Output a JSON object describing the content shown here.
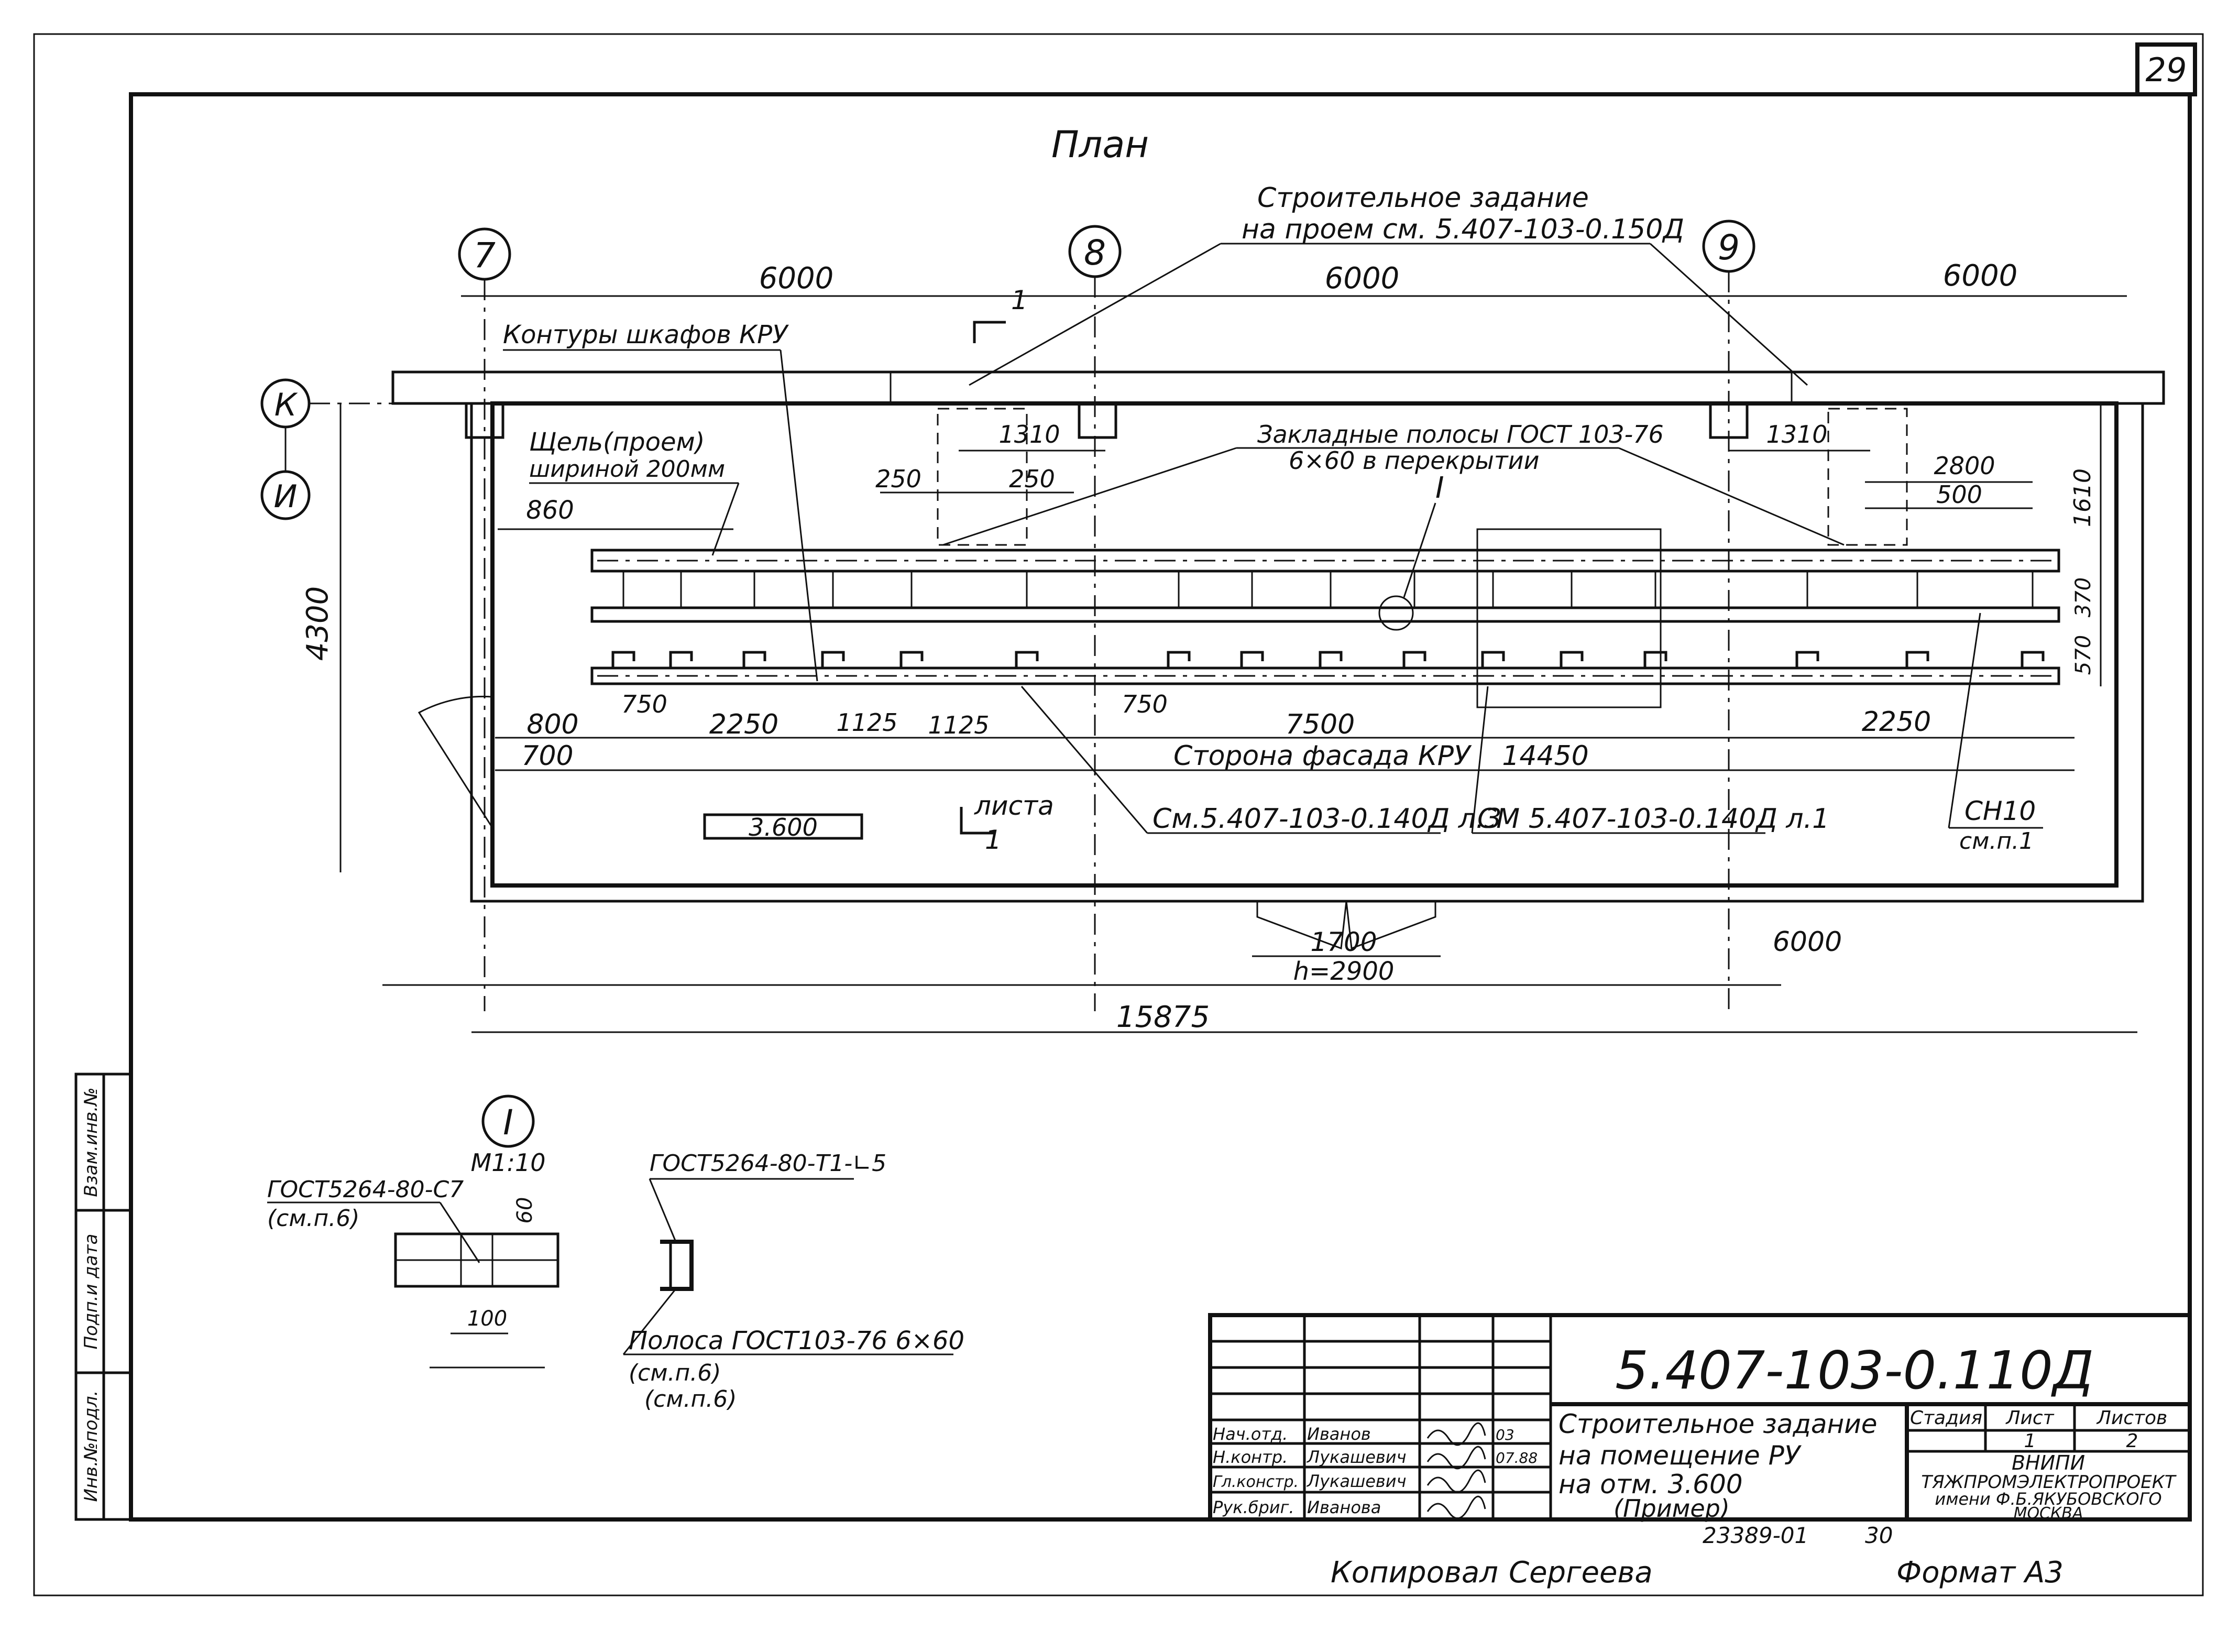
{
  "sheet_number": "29",
  "plan_title": "План",
  "axes": {
    "a7": "7",
    "a8": "8",
    "a9": "9",
    "aK": "К",
    "aI": "И",
    "aI_detail": "I"
  },
  "notes": {
    "construction_task_1": "Строительное задание",
    "construction_task_2": "на проем см. 5.407-103-0.150Д",
    "kru_contours": "Контуры шкафов КРУ",
    "slot_1": "Щель(проем)",
    "slot_2": "шириной 200мм",
    "embedded_1": "Закладные полосы ГОСТ 103-76",
    "embedded_2": "6×60 в перекрытии",
    "section_mark": "1",
    "facade_side": "Сторона фасада КРУ",
    "see_l3": "См.5.407-103-0.140Д л.3",
    "see_l1": "СМ 5.407-103-0.140Д л.1",
    "cn10": "СН10",
    "cn10_ref": "см.п.1",
    "sheet_ref_1": "листа",
    "sheet_ref_2": "1",
    "elevation": "3.600",
    "hole_h": "h=2900"
  },
  "dims": {
    "d6000a": "6000",
    "d6000b": "6000",
    "d6000c": "6000",
    "d6000d": "6000",
    "d4300": "4300",
    "d860": "860",
    "d1310a": "1310",
    "d1310b": "1310",
    "d250a": "250",
    "d250b": "250",
    "d2800": "2800",
    "d500": "500",
    "d1610": "1610",
    "d370": "370",
    "d570": "570",
    "d800": "800",
    "d750a": "750",
    "d2250a": "2250",
    "d1125a": "1125",
    "d1125b": "1125",
    "d750b": "750",
    "d7500": "7500",
    "d2250b": "2250",
    "d700": "700",
    "d14450": "14450",
    "d1700": "1700",
    "d15875": "15875"
  },
  "detail": {
    "scale": "М1:10",
    "gost_c7_1": "ГОСТ5264-80-С7",
    "gost_c7_2": "(см.п.6)",
    "gost_t1_1": "ГОСТ5264-80-Т1-∟5",
    "d60": "60",
    "d100": "100",
    "strip_1": "Полоса ГОСТ103-76 6×60",
    "strip_2": "(см.п.6)",
    "strip_3": "(см.п.6)"
  },
  "side_stamp": [
    "Инв.№подл.",
    "Подп.и дата",
    "Взам.инв.№"
  ],
  "title_block": {
    "code": "5.407-103-0.110Д",
    "title_1": "Строительное задание",
    "title_2": "на помещение РУ",
    "title_3": "на отм. 3.600",
    "title_4": "(Пример)",
    "col_stage": "Стадия",
    "col_sheet": "Лист",
    "col_sheets": "Листов",
    "val_sheet": "1",
    "val_sheets": "2",
    "org_1": "ВНИПИ",
    "org_2": "ТЯЖПРОМЭЛЕКТРОПРОЕКТ",
    "org_3": "имени Ф.Б.ЯКУБОВСКОГО",
    "org_4": "МОСКВА",
    "roles": [
      {
        "role": "Нач.отд.",
        "name": "Иванов",
        "date": "03"
      },
      {
        "role": "Н.контр.",
        "name": "Лукашевич",
        "date": "07.88"
      },
      {
        "role": "Гл.констр.",
        "name": "Лукашевич",
        "date": ""
      },
      {
        "role": "Рук.бриг.",
        "name": "Иванова",
        "date": ""
      }
    ]
  },
  "footer": {
    "order_no": "23389-01",
    "page": "30",
    "copied": "Копировал",
    "copier": "Сергеева",
    "format": "Формат А3"
  }
}
